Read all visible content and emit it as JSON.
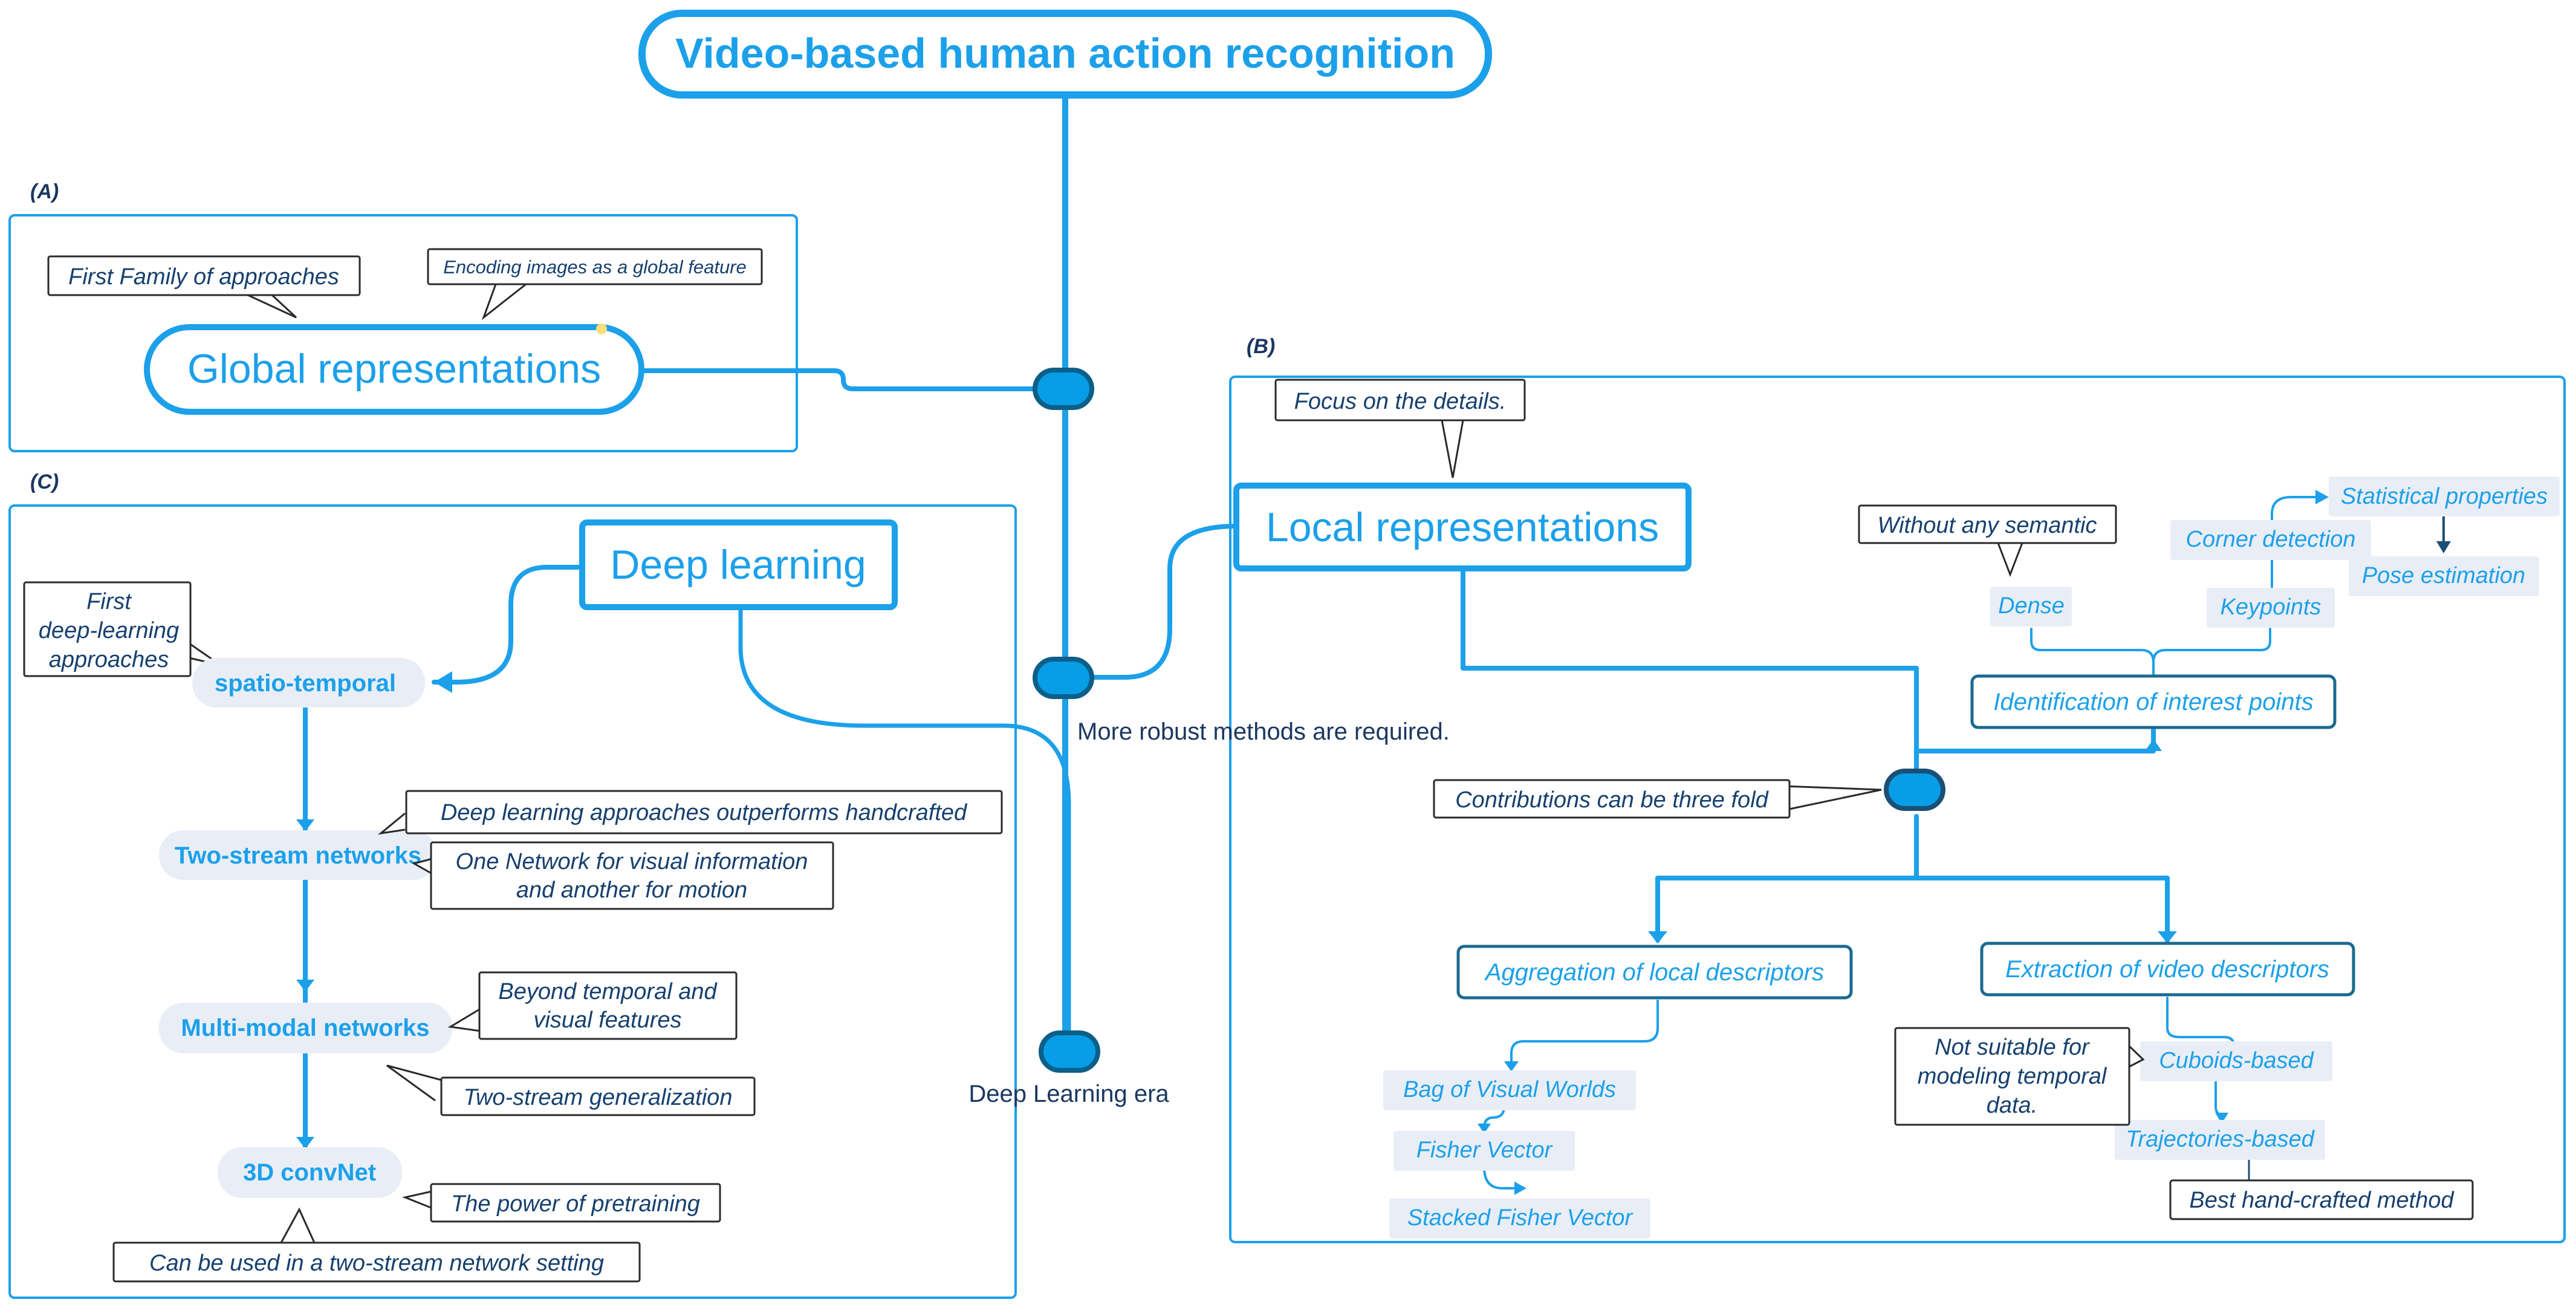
{
  "title": "Video-based human action recognition",
  "panels": {
    "a": "(A)",
    "b": "(B)",
    "c": "(C)"
  },
  "global": {
    "title": "Global representations",
    "callout_family": "First Family of approaches",
    "callout_encoding": "Encoding images as a global feature"
  },
  "local": {
    "title": "Local representations",
    "callout_focus": "Focus on the details.",
    "contributions": "Contributions can be three fold",
    "interest_points": "Identification of interest points",
    "without_semantic": "Without any semantic",
    "dense": "Dense",
    "keypoints": "Keypoints",
    "corner_detection": "Corner detection",
    "statistical_properties": "Statistical properties",
    "pose_estimation": "Pose estimation",
    "aggregation": "Aggregation of local descriptors",
    "bag_of_visual_worlds": "Bag of Visual Worlds",
    "fisher_vector": "Fisher Vector",
    "stacked_fisher_vector": "Stacked Fisher Vector",
    "extraction": "Extraction of video descriptors",
    "cuboids": "Cuboids-based",
    "trajectories": "Trajectories-based",
    "not_suitable_1": "Not suitable for",
    "not_suitable_2": "modeling temporal",
    "not_suitable_3": "data.",
    "best_method": "Best hand-crafted method"
  },
  "deep": {
    "title": "Deep learning",
    "first_1": "First",
    "first_2": "deep-learning",
    "first_3": "approaches",
    "spatio_temporal": "spatio-temporal",
    "two_stream": "Two-stream networks",
    "outperforms": "Deep learning approaches outperforms handcrafted",
    "one_network_1": "One Network for visual information",
    "one_network_2": "and another for motion",
    "multi_modal": "Multi-modal networks",
    "beyond_1": "Beyond temporal and",
    "beyond_2": "visual features",
    "generalization": "Two-stream generalization",
    "convnet": "3D convNet",
    "pretraining": "The power of pretraining",
    "two_stream_setting": "Can be used in a  two-stream network setting"
  },
  "timeline": {
    "robust": "More robust methods are required.",
    "era": "Deep Learning era"
  },
  "colors": {
    "primary": "#1ca0ea",
    "dark_outline": "#1b6a8f",
    "node_fill": "#079de7",
    "navy_text": "#1a3760",
    "pill_fill": "#e9eef6"
  }
}
